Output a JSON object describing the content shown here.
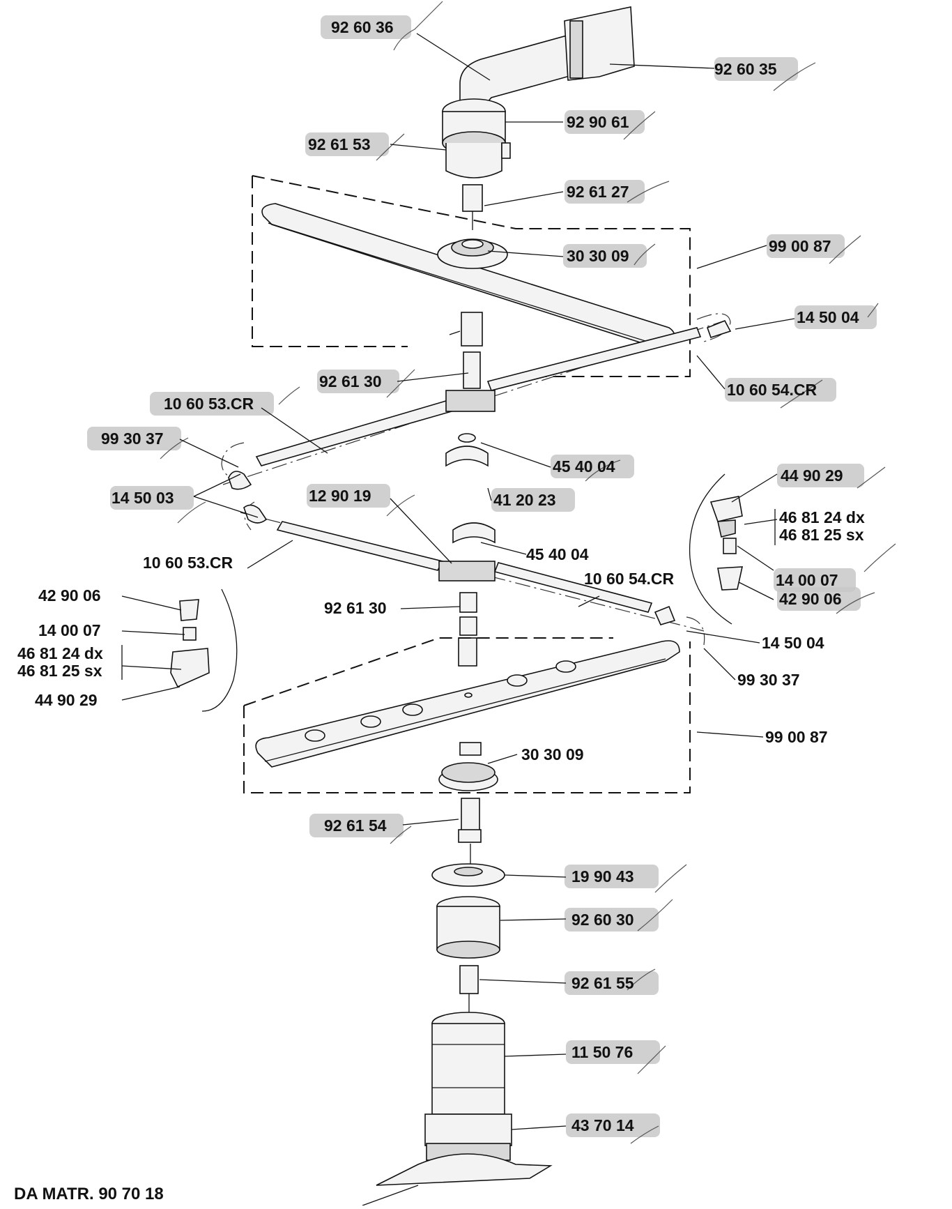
{
  "diagram": {
    "labels": {
      "l1": "92 60 36",
      "l2": "92 60 35",
      "l3": "92 90 61",
      "l4": "92 61 53",
      "l5": "92 61 27",
      "l6": "30 30 09",
      "l7": "99 00 87",
      "l8": "14 50 04",
      "l9": "92 61 30",
      "l10": "10 60 54.CR",
      "l11": "10 60 53.CR",
      "l12": "99 30 37",
      "l13": "45 40 04",
      "l14": "14 50 03",
      "l15": "12 90 19",
      "l16": "41 20 23",
      "l17": "44 90 29",
      "l18": "46 81 24 dx",
      "l19": "46 81 25 sx",
      "l20": "10 60 53.CR",
      "l21": "45 40 04",
      "l22": "14 00 07",
      "l23": "10 60 54.CR",
      "l24": "42 90 06",
      "l25": "42 90 06",
      "l26": "14 00 07",
      "l27": "92 61 30",
      "l28": "46 81 24 dx",
      "l29": "46 81 25 sx",
      "l30": "14 50 04",
      "l31": "99 30 37",
      "l32": "44 90 29",
      "l33": "99 00 87",
      "l34": "30 30 09",
      "l35": "92 61 54",
      "l36": "19 90 43",
      "l37": "92 60 30",
      "l38": "92 61 55",
      "l39": "11 50 76",
      "l40": "43 70 14"
    },
    "footer": "DA MATR. 90 70 18"
  }
}
